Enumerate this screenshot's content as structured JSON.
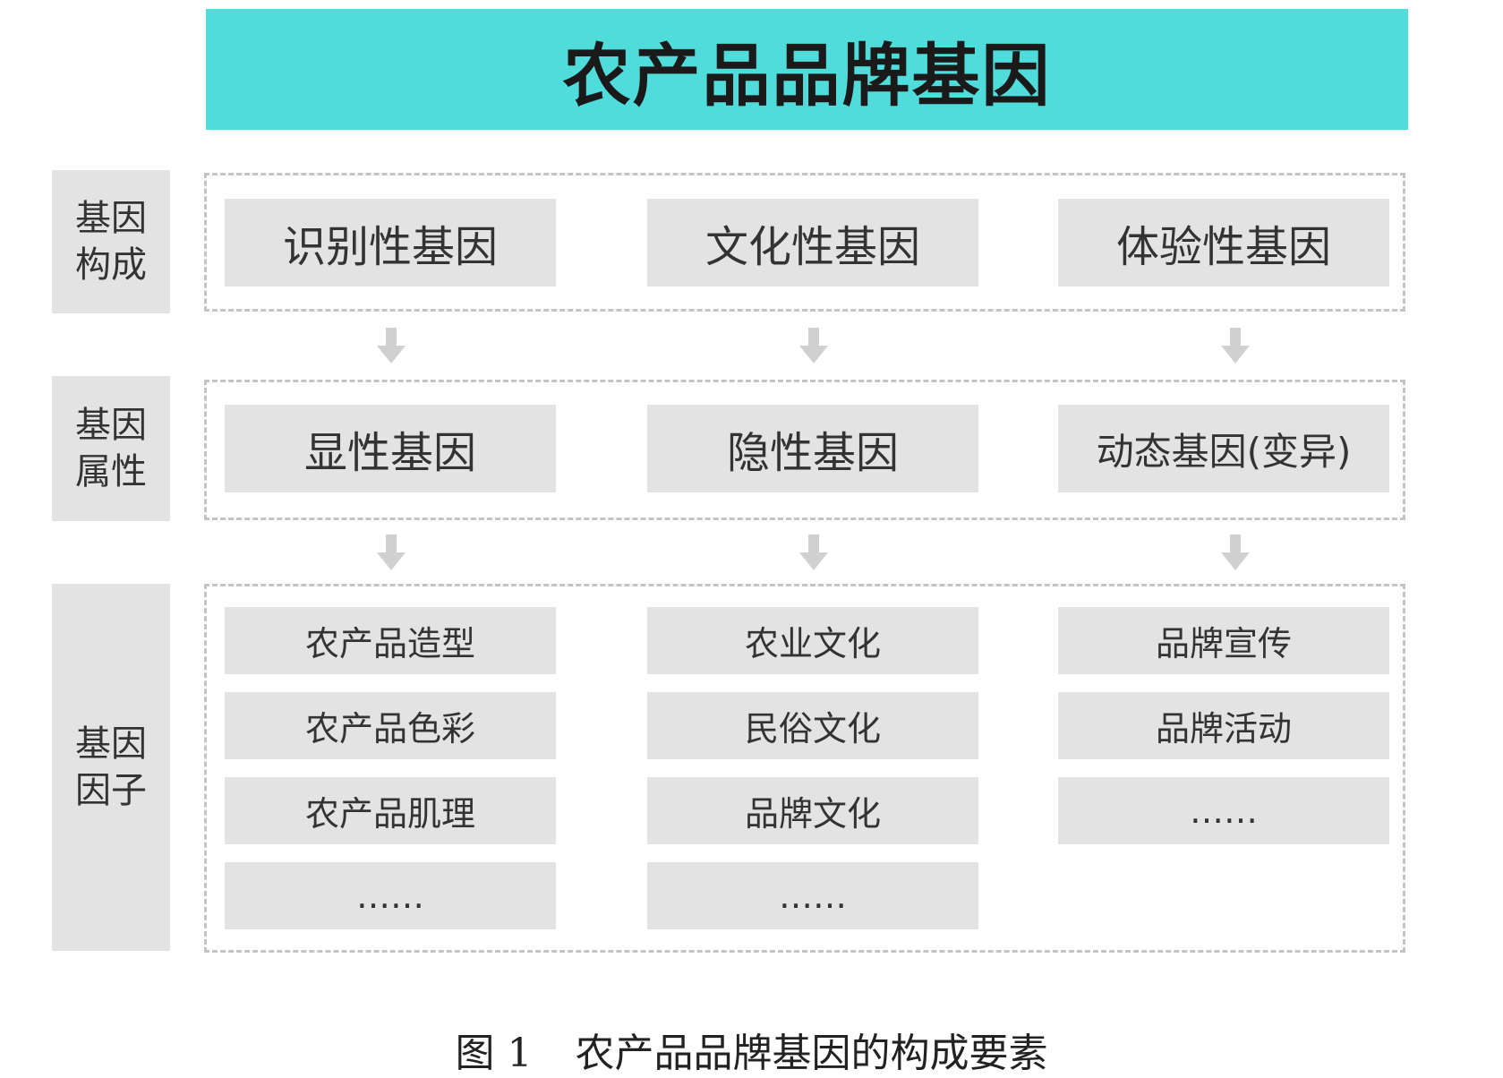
{
  "banner": {
    "title": "农产品品牌基因"
  },
  "side_labels": [
    "基因构成",
    "基因属性",
    "基因因子"
  ],
  "composition": [
    "识别性基因",
    "文化性基因",
    "体验性基因"
  ],
  "attributes": [
    "显性基因",
    "隐性基因",
    "动态基因(变异)"
  ],
  "factors": {
    "identity": [
      "农产品造型",
      "农产品色彩",
      "农产品肌理",
      "……"
    ],
    "culture": [
      "农业文化",
      "民俗文化",
      "品牌文化",
      "……"
    ],
    "experience": [
      "品牌宣传",
      "品牌活动",
      "……"
    ]
  },
  "caption": {
    "number": "图 1",
    "text": "农产品品牌基因的构成要素"
  },
  "colors": {
    "banner": "#4fdcda",
    "box": "#e3e3e3",
    "dashed_border": "#c4c4c4",
    "arrow": "#d0d0d0"
  }
}
